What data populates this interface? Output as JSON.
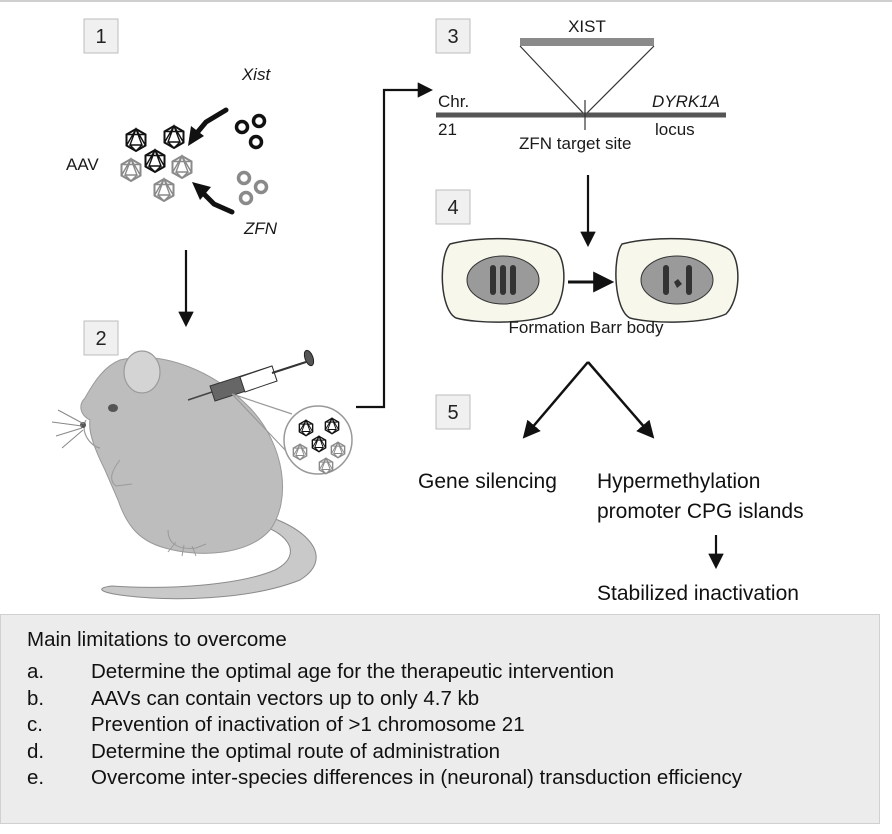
{
  "steps": [
    "1",
    "2",
    "3",
    "4",
    "5"
  ],
  "step1": {
    "xist_label": "Xist",
    "aav_label": "AAV",
    "zfn_label": "ZFN"
  },
  "step3": {
    "xist_label": "XIST",
    "chr_label": "Chr.",
    "chr_number": "21",
    "gene_label": "DYRK1A",
    "locus_label": "locus",
    "target_label": "ZFN target site"
  },
  "step4": {
    "caption": "Formation Barr body"
  },
  "step5": {
    "gene_silencing": "Gene silencing",
    "hyper_line1": "Hypermethylation",
    "hyper_line2": "promoter CPG islands",
    "stabilized": "Stabilized inactivation"
  },
  "limitations": {
    "title": "Main limitations to overcome",
    "items": [
      {
        "letter": "a.",
        "text": "Determine the optimal age for the therapeutic intervention"
      },
      {
        "letter": "b.",
        "text": "AAVs can contain vectors up to only 4.7 kb"
      },
      {
        "letter": "c.",
        "text": "Prevention of inactivation of >1 chromosome 21"
      },
      {
        "letter": "d.",
        "text": "Determine the optimal route of administration"
      },
      {
        "letter": "e.",
        "text": "Overcome inter-species differences in (neuronal) transduction efficiency"
      }
    ]
  },
  "colors": {
    "dark": "#111111",
    "grey": "#8a8a8a",
    "light_grey": "#bdbdbd",
    "cell_fill": "#f7f7ec",
    "nucleus": "#9a9a9a"
  }
}
